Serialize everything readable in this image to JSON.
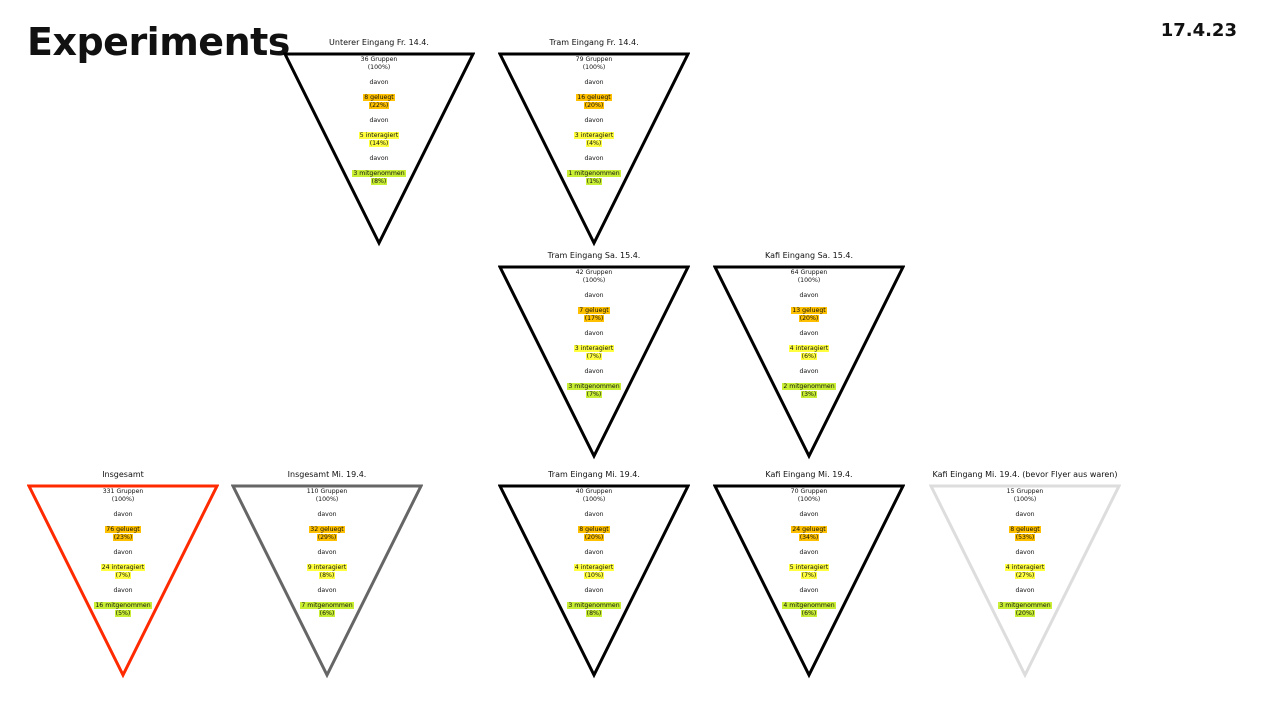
{
  "page": {
    "title": "Experiments",
    "date": "17.4.23"
  },
  "common": {
    "davon": "davon"
  },
  "colors": {
    "geluegt": "#ffc000",
    "interagiert": "#ffff40",
    "mitgenommen": "#c9ef35"
  },
  "funnels": [
    {
      "title": "Unterer Eingang Fr. 14.4.",
      "stroke": "#000000",
      "groups": "36 Gruppen",
      "groups_pct": "(100%)",
      "geluegt": "8 geluegt",
      "geluegt_pct": "(22%)",
      "interagiert": "5 interagiert",
      "interagiert_pct": "(14%)",
      "mitgenommen": "3 mitgenommen",
      "mitgenommen_pct": "(8%)"
    },
    {
      "title": "Tram Eingang Fr. 14.4.",
      "stroke": "#000000",
      "groups": "79 Gruppen",
      "groups_pct": "(100%)",
      "geluegt": "16 geluegt",
      "geluegt_pct": "(20%)",
      "interagiert": "3 interagiert",
      "interagiert_pct": "(4%)",
      "mitgenommen": "1 mitgenommen",
      "mitgenommen_pct": "(1%)"
    },
    {
      "title": "Tram Eingang Sa. 15.4.",
      "stroke": "#000000",
      "groups": "42 Gruppen",
      "groups_pct": "(100%)",
      "geluegt": "7 geluegt",
      "geluegt_pct": "(17%)",
      "interagiert": "3 interagiert",
      "interagiert_pct": "(7%)",
      "mitgenommen": "3 mitgenommen",
      "mitgenommen_pct": "(7%)"
    },
    {
      "title": "Kafi Eingang Sa. 15.4.",
      "stroke": "#000000",
      "groups": "64 Gruppen",
      "groups_pct": "(100%)",
      "geluegt": "13 geluegt",
      "geluegt_pct": "(20%)",
      "interagiert": "4 interagiert",
      "interagiert_pct": "(6%)",
      "mitgenommen": "2 mitgenommen",
      "mitgenommen_pct": "(3%)"
    },
    {
      "title": "Insgesamt",
      "stroke": "#ff2a00",
      "groups": "331 Gruppen",
      "groups_pct": "(100%)",
      "geluegt": "76 geluegt",
      "geluegt_pct": "(23%)",
      "interagiert": "24 interagiert",
      "interagiert_pct": "(7%)",
      "mitgenommen": "16 mitgenommen",
      "mitgenommen_pct": "(5%)"
    },
    {
      "title": "Insgesamt Mi. 19.4.",
      "stroke": "#666666",
      "groups": "110 Gruppen",
      "groups_pct": "(100%)",
      "geluegt": "32 geluegt",
      "geluegt_pct": "(29%)",
      "interagiert": "9 interagiert",
      "interagiert_pct": "(8%)",
      "mitgenommen": "7 mitgenommen",
      "mitgenommen_pct": "(6%)"
    },
    {
      "title": "Tram Eingang Mi. 19.4.",
      "stroke": "#000000",
      "groups": "40 Gruppen",
      "groups_pct": "(100%)",
      "geluegt": "8 geluegt",
      "geluegt_pct": "(20%)",
      "interagiert": "4 interagiert",
      "interagiert_pct": "(10%)",
      "mitgenommen": "3 mitgenommen",
      "mitgenommen_pct": "(8%)"
    },
    {
      "title": "Kafi Eingang Mi. 19.4.",
      "stroke": "#000000",
      "groups": "70 Gruppen",
      "groups_pct": "(100%)",
      "geluegt": "24 geluegt",
      "geluegt_pct": "(34%)",
      "interagiert": "5 interagiert",
      "interagiert_pct": "(7%)",
      "mitgenommen": "4 mitgenommen",
      "mitgenommen_pct": "(6%)"
    },
    {
      "title": "Kafi Eingang Mi. 19.4. (bevor Flyer aus waren)",
      "stroke": "#dddddd",
      "groups": "15 Gruppen",
      "groups_pct": "(100%)",
      "geluegt": "8 geluegt",
      "geluegt_pct": "(53%)",
      "interagiert": "4 interagiert",
      "interagiert_pct": "(27%)",
      "mitgenommen": "3 mitgenommen",
      "mitgenommen_pct": "(20%)"
    }
  ]
}
